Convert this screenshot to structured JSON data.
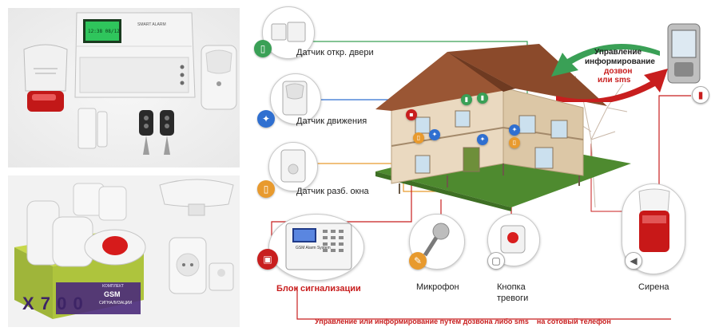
{
  "labels": {
    "door_sensor": "Датчик откр. двери",
    "motion_sensor": "Датчик движения",
    "window_sensor": "Датчик разб. окна",
    "control_panel": "Блок сигнализации",
    "microphone": "Микрофон",
    "panic_button_line1": "Кнопка",
    "panic_button_line2": "тревоги",
    "siren": "Сирена",
    "remote_title_line1": "Управление",
    "remote_title_line2": "информирование",
    "remote_sub_line1": "дозвон",
    "remote_sub_line2": "или sms",
    "bottom_caption": "Управление или информирование путем дозвона либо sms    на сотовый телефон"
  },
  "product_box": {
    "model": "X 7 0 0",
    "brand": "GSM",
    "kit_word": "КОМПЛЕКТ",
    "subtitle": "СИГНАЛИЗАЦИИ"
  },
  "panel_screen": {
    "brand": "SMART ALARM",
    "panel_label": "GSM Alarm System"
  },
  "colors": {
    "signal_red": "#c81e1e",
    "line_green": "#3aa056",
    "line_blue": "#2f6fd0",
    "line_orange": "#e89a2e",
    "house_wall": "#e9d9c2",
    "roof": "#8b4a2b",
    "grass": "#4e8a2f"
  },
  "icons": [
    "door-icon",
    "running-man-icon",
    "window-icon",
    "control-panel-icon",
    "microphone-icon",
    "button-icon",
    "speaker-icon",
    "phone-icon"
  ]
}
